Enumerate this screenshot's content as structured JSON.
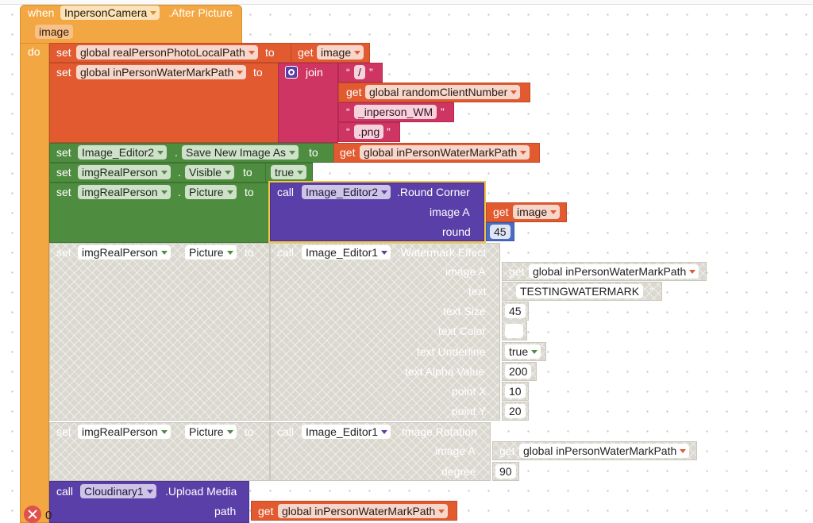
{
  "event": {
    "when": "when",
    "component": "InpersonCamera",
    "event_name": ".After Picture",
    "param": "image",
    "do": "do"
  },
  "b1": {
    "set": "set",
    "var": "global realPersonPhotoLocalPath",
    "to": "to",
    "get": "get",
    "val": "image"
  },
  "b2": {
    "set": "set",
    "var": "global inPersonWaterMarkPath",
    "to": "to",
    "join": "join",
    "s1": "/",
    "get": "get",
    "v2": "global randomClientNumber",
    "s3": "_inperson_WM",
    "s4": ".png",
    "quote_open": "“",
    "quote_close": "”"
  },
  "b3": {
    "set": "set",
    "comp": "Image_Editor2",
    "dot": ".",
    "prop": "Save New Image As",
    "to": "to",
    "get": "get",
    "val": "global inPersonWaterMarkPath"
  },
  "b4": {
    "set": "set",
    "comp": "imgRealPerson",
    "dot": ".",
    "prop": "Visible",
    "to": "to",
    "val": "true"
  },
  "b5": {
    "set": "set",
    "comp": "imgRealPerson",
    "dot": ".",
    "prop": "Picture",
    "to": "to",
    "call": "call",
    "callcomp": "Image_Editor2",
    "method": ".Round Corner",
    "argA": "image A",
    "get": "get",
    "valA": "image",
    "argR": "round",
    "valR": "45"
  },
  "b6": {
    "set": "set",
    "comp": "imgRealPerson",
    "dot": ".",
    "prop": "Picture",
    "to": "to",
    "call": "call",
    "callcomp": "Image_Editor1",
    "method": ".Watermark Effect",
    "args": [
      {
        "label": "image A",
        "get": "get",
        "value": "global inPersonWaterMarkPath"
      },
      {
        "label": "text",
        "value": "TESTINGWATERMARK"
      },
      {
        "label": "text Size",
        "value": "45"
      },
      {
        "label": "text Color",
        "value": ""
      },
      {
        "label": "text Underline",
        "value": "true"
      },
      {
        "label": "text Alpha Value",
        "value": "200"
      },
      {
        "label": "point X",
        "value": "10"
      },
      {
        "label": "point Y",
        "value": "20"
      }
    ]
  },
  "b7": {
    "set": "set",
    "comp": "imgRealPerson",
    "dot": ".",
    "prop": "Picture",
    "to": "to",
    "call": "call",
    "callcomp": "Image_Editor1",
    "method": ".Image Rotation",
    "argA": "image A",
    "get": "get",
    "valA": "global inPersonWaterMarkPath",
    "argD": "degree",
    "valD": "90"
  },
  "b8": {
    "call": "call",
    "comp": "Cloudinary1",
    "method": ".Upload Media",
    "arg": "path",
    "get": "get",
    "val": "global inPersonWaterMarkPath"
  },
  "warnings": {
    "error_count": "0"
  },
  "colors": {
    "event": "#f2a742",
    "variable": "#e15a30",
    "component": "#4e8d3f",
    "method": "#5a3fa8",
    "text": "#cf3562",
    "math": "#4c6ec2",
    "disabled": "#dad8cf"
  }
}
